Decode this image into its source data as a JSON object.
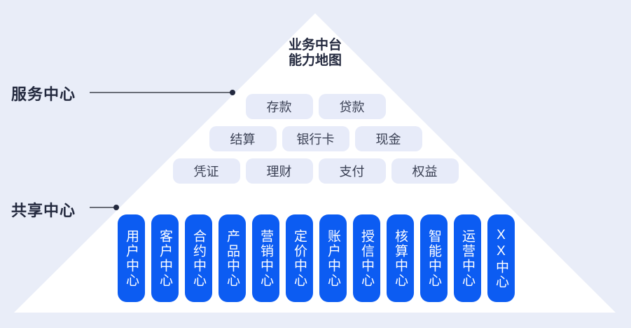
{
  "title": {
    "line1": "业务中台",
    "line2": "能力地图"
  },
  "service": {
    "label": "服务中心",
    "rows": [
      [
        "存款",
        "贷款"
      ],
      [
        "结算",
        "银行卡",
        "现金"
      ],
      [
        "凭证",
        "理财",
        "支付",
        "权益"
      ]
    ]
  },
  "shared": {
    "label": "共享中心",
    "pillars": [
      "用户中心",
      "客户中心",
      "合约中心",
      "产品中心",
      "营销中心",
      "定价中心",
      "账户中心",
      "授信中心",
      "核算中心",
      "智能中心",
      "运营中心",
      "XX中心"
    ]
  },
  "colors": {
    "background": "#E9EDF8",
    "pyramid": "#FFFFFF",
    "chip_bg": "#E7EBF9",
    "chip_text": "#3A4054",
    "pillar_bg": "#0C5CF2",
    "pillar_text": "#FFFFFF",
    "label_text": "#23293E",
    "connector": "#6A6E78"
  }
}
